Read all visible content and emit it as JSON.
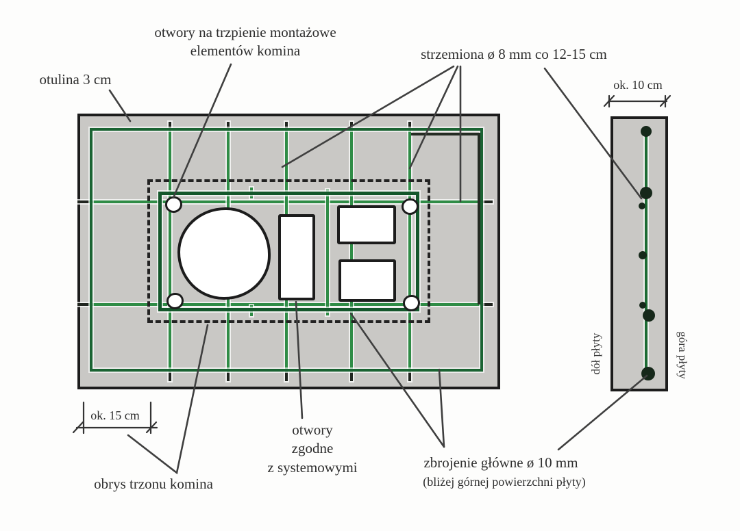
{
  "diagram": {
    "labels": {
      "mounting_holes_line1": "otwory na trzpienie montażowe",
      "mounting_holes_line2": "elementów komina",
      "stirrups": "strzemiona ø 8 mm co 12-15 cm",
      "cover": "otulina 3 cm",
      "system_holes_line1": "otwory",
      "system_holes_line2": "zgodne",
      "system_holes_line3": "z systemowymi",
      "chimney_outline": "obrys trzonu komina",
      "main_rebar": "zbrojenie główne ø 10 mm",
      "main_rebar_note": "(bliżej górnej powierzchni płyty)",
      "slab_bottom": "dół płyty",
      "slab_top": "góra płyty"
    },
    "dimensions": {
      "section_width": "ok. 10 cm",
      "bar_spacing": "ok. 15 cm"
    },
    "colors": {
      "rebar_green": "#2f8c46",
      "frame_green_dark": "#14572b",
      "concrete_gray": "#c9c8c5",
      "line_black": "#1c1c1c",
      "leader_gray": "#3f3f3f"
    }
  }
}
